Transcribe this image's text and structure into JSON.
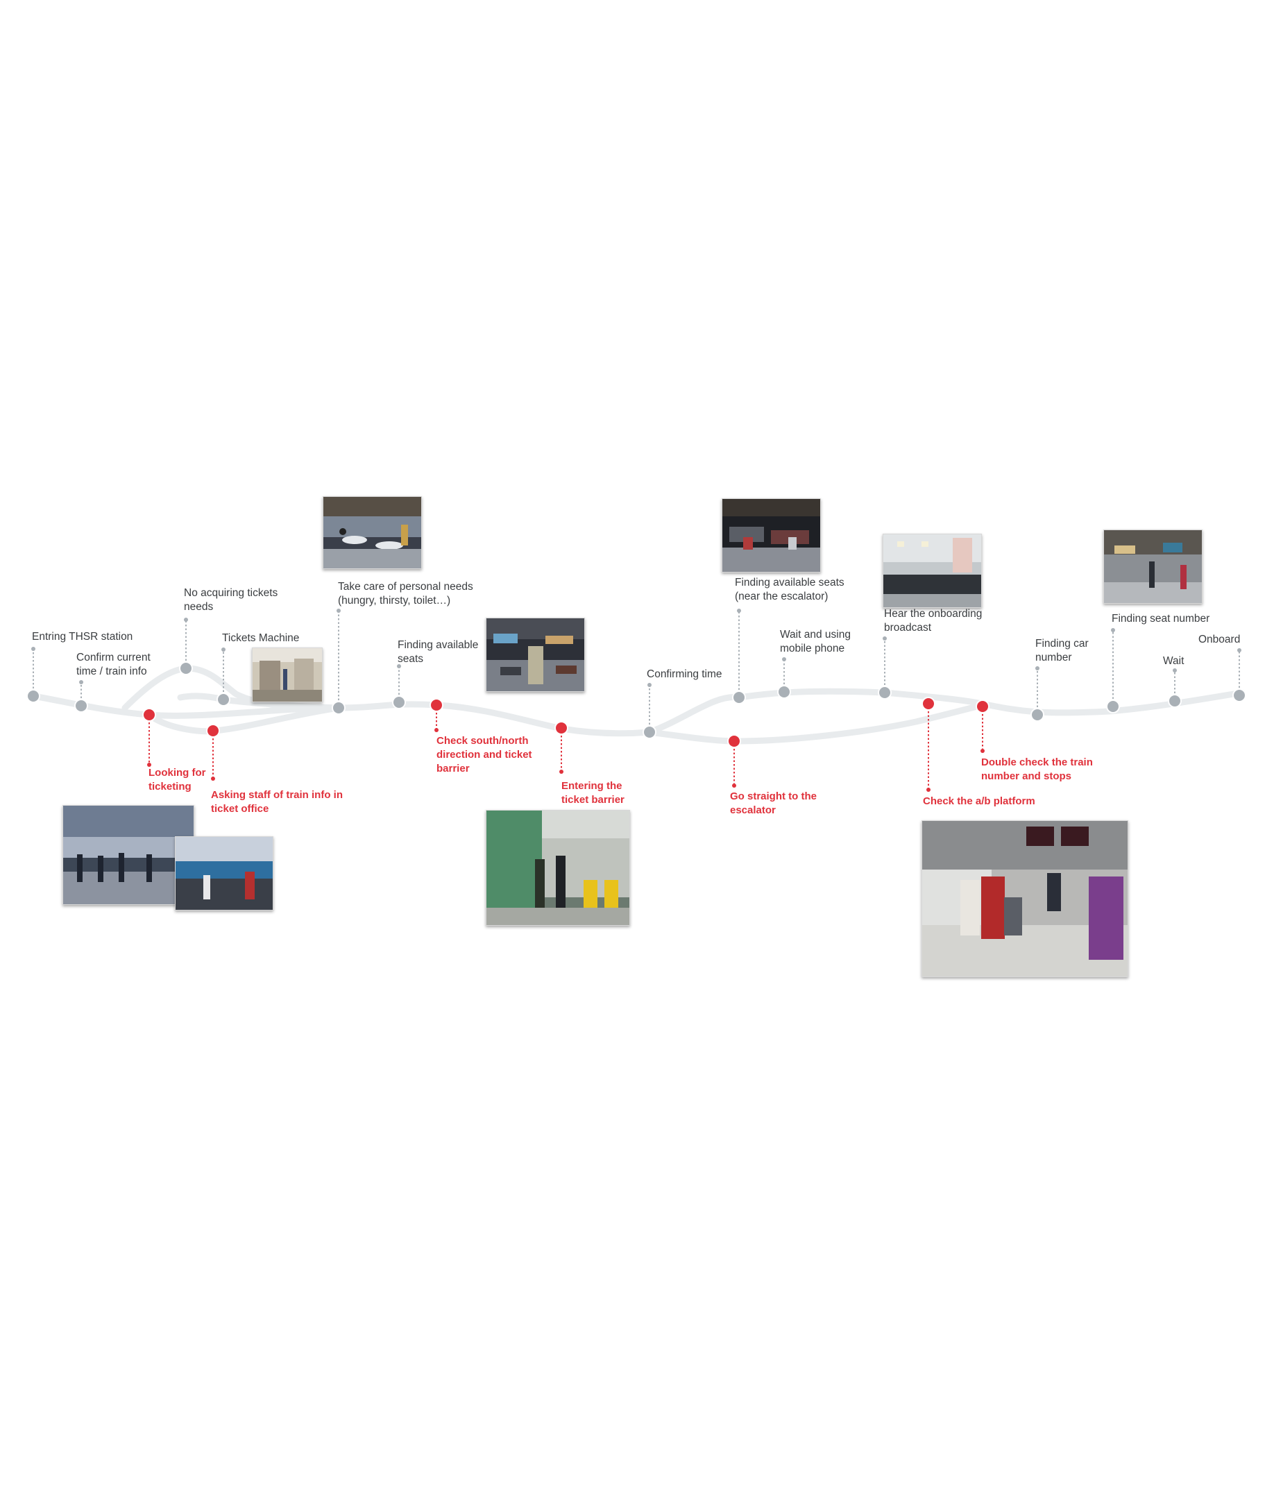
{
  "diagram": {
    "steps": [
      {
        "id": "s1",
        "label": "Entring THSR station",
        "kind": "normal"
      },
      {
        "id": "s2",
        "label": "Confirm current time / train info",
        "kind": "normal"
      },
      {
        "id": "s3",
        "label": "Looking for ticketing",
        "kind": "pain"
      },
      {
        "id": "s4",
        "label": "No acquiring tickets needs",
        "kind": "normal"
      },
      {
        "id": "s5",
        "label": "Tickets Machine",
        "kind": "normal"
      },
      {
        "id": "s6",
        "label": "Asking staff of train info in ticket office",
        "kind": "pain"
      },
      {
        "id": "s7",
        "label": "Take care of personal needs (hungry, thirsty, toilet…)",
        "kind": "normal"
      },
      {
        "id": "s8",
        "label": "Finding available seats",
        "kind": "normal"
      },
      {
        "id": "s9",
        "label": "Check south/north direction and ticket barrier",
        "kind": "pain"
      },
      {
        "id": "s10",
        "label": "Entering the ticket barrier",
        "kind": "pain"
      },
      {
        "id": "s11",
        "label": "Confirming time",
        "kind": "normal"
      },
      {
        "id": "s12",
        "label": "Finding available seats (near the escalator)",
        "kind": "normal"
      },
      {
        "id": "s13",
        "label": "Go straight to the escalator",
        "kind": "pain"
      },
      {
        "id": "s14",
        "label": "Wait and using mobile phone",
        "kind": "normal"
      },
      {
        "id": "s15",
        "label": "Hear the onboarding broadcast",
        "kind": "normal"
      },
      {
        "id": "s16",
        "label": "Check the a/b platform",
        "kind": "pain"
      },
      {
        "id": "s17",
        "label": "Double check the train number and stops",
        "kind": "pain"
      },
      {
        "id": "s18",
        "label": "Finding car number",
        "kind": "normal"
      },
      {
        "id": "s19",
        "label": "Finding seat number",
        "kind": "normal"
      },
      {
        "id": "s20",
        "label": "Wait",
        "kind": "normal"
      },
      {
        "id": "s21",
        "label": "Onboard",
        "kind": "normal"
      }
    ],
    "photos": [
      {
        "id": "p-tickets-machine",
        "subject": "ticket machine hall"
      },
      {
        "id": "p-personal-needs",
        "subject": "food court seating"
      },
      {
        "id": "p-seats",
        "subject": "waiting area seats"
      },
      {
        "id": "p-seats-escalator",
        "subject": "waiting seats near escalator"
      },
      {
        "id": "p-broadcast",
        "subject": "platform waiting room"
      },
      {
        "id": "p-seat-number",
        "subject": "platform boarding area"
      },
      {
        "id": "p-ticket-office-1",
        "subject": "ticket office queue"
      },
      {
        "id": "p-ticket-office-2",
        "subject": "ticket office counter"
      },
      {
        "id": "p-ticket-barrier",
        "subject": "ticket barrier gates"
      },
      {
        "id": "p-platform",
        "subject": "platform with passengers"
      }
    ],
    "colors": {
      "normal": "#a9b0b6",
      "pain": "#e0323c",
      "path": "#e9ecee",
      "text": "#3a3d40"
    }
  }
}
